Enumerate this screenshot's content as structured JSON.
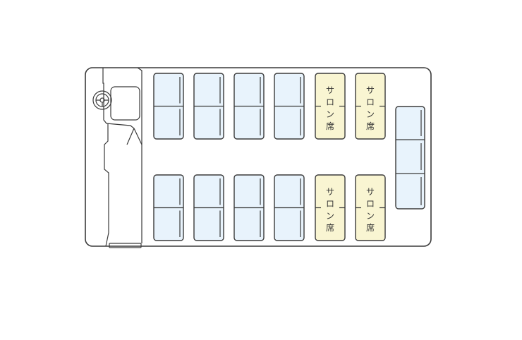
{
  "layout": {
    "front_rows": [
      {
        "seat_types": [
          "regular",
          "regular",
          "regular",
          "regular",
          "salon",
          "salon"
        ]
      },
      {
        "seat_types": [
          "regular",
          "regular",
          "regular",
          "regular",
          "salon",
          "salon"
        ]
      }
    ],
    "rear_bench_seats": 3
  },
  "salon_label": "サロン席",
  "colors": {
    "regular_seat": "#e8f3fc",
    "salon_seat": "#f9f5d2",
    "outline": "#3a3a3a"
  }
}
